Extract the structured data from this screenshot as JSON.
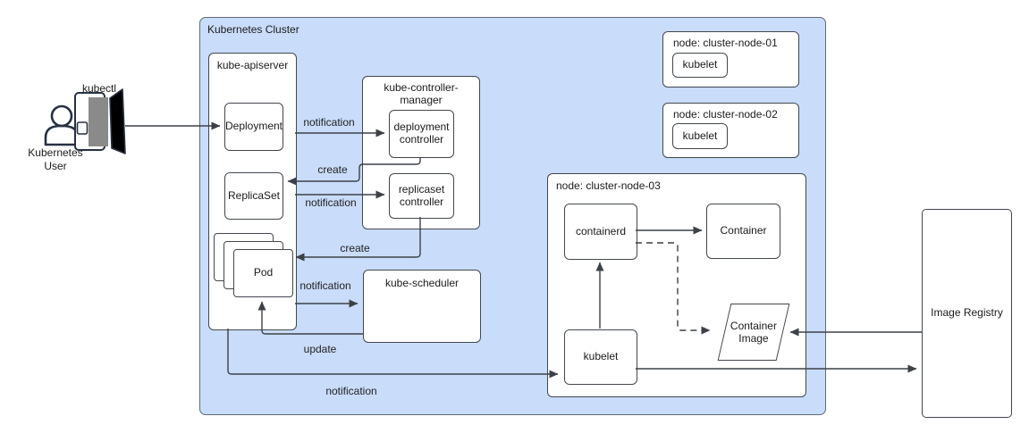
{
  "diagram": {
    "cluster_title": "Kubernetes Cluster",
    "actor": {
      "name": "Kubernetes\nUser",
      "tool": "kubectl"
    },
    "apiserver": {
      "label": "kube-apiserver",
      "deployment": "Deployment",
      "replicaset": "ReplicaSet",
      "pod": "Pod"
    },
    "controller_manager": {
      "label": "kube-controller-manager",
      "deployment_controller": "deployment controller",
      "replicaset_controller": "replicaset controller"
    },
    "scheduler": {
      "label": "kube-scheduler"
    },
    "node1": {
      "label": "node: cluster-node-01",
      "kubelet": "kubelet"
    },
    "node2": {
      "label": "node: cluster-node-02",
      "kubelet": "kubelet"
    },
    "node3": {
      "label": "node: cluster-node-03",
      "containerd": "containerd",
      "container": "Container",
      "container_image": "Container\nImage",
      "kubelet": "kubelet"
    },
    "registry": {
      "label": "Image Registry"
    },
    "edges": {
      "deploy_notification": "notification",
      "create_replicaset": "create",
      "replicaset_notification": "notification",
      "create_pod": "create",
      "pod_notification": "notification",
      "update": "update",
      "kubelet_notification": "notification"
    }
  },
  "colors": {
    "cluster_fill": "#c9dcfa",
    "cluster_border": "#5f6a76",
    "box_border": "#42474e",
    "line": "#3c4147",
    "text": "#1b1b1b",
    "laptop_screen_gray": "#8a8a8a",
    "laptop_flap_black": "#000000"
  }
}
